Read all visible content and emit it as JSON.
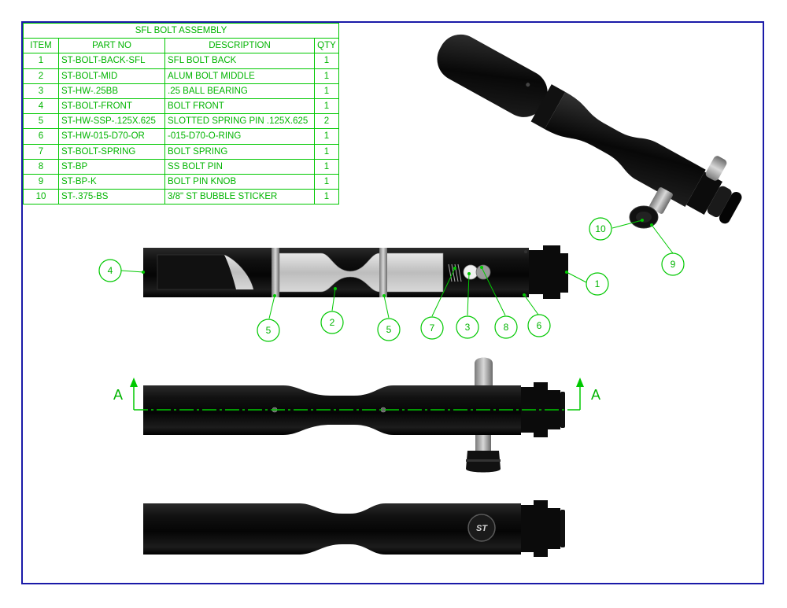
{
  "bom": {
    "title": "SFL BOLT ASSEMBLY",
    "headers": {
      "item": "ITEM",
      "part_no": "PART NO",
      "description": "DESCRIPTION",
      "qty": "QTY"
    },
    "rows": [
      {
        "item": "1",
        "part_no": "ST-BOLT-BACK-SFL",
        "description": "SFL BOLT BACK",
        "qty": "1"
      },
      {
        "item": "2",
        "part_no": "ST-BOLT-MID",
        "description": "ALUM BOLT MIDDLE",
        "qty": "1"
      },
      {
        "item": "3",
        "part_no": "ST-HW-.25BB",
        "description": ".25 BALL BEARING",
        "qty": "1"
      },
      {
        "item": "4",
        "part_no": "ST-BOLT-FRONT",
        "description": "BOLT FRONT",
        "qty": "1"
      },
      {
        "item": "5",
        "part_no": "ST-HW-SSP-.125X.625",
        "description": "SLOTTED SPRING PIN .125X.625",
        "qty": "2"
      },
      {
        "item": "6",
        "part_no": "ST-HW-015-D70-OR",
        "description": "-015-D70-O-RING",
        "qty": "1"
      },
      {
        "item": "7",
        "part_no": "ST-BOLT-SPRING",
        "description": "BOLT SPRING",
        "qty": "1"
      },
      {
        "item": "8",
        "part_no": "ST-BP",
        "description": "SS BOLT PIN",
        "qty": "1"
      },
      {
        "item": "9",
        "part_no": "ST-BP-K",
        "description": "BOLT PIN KNOB",
        "qty": "1"
      },
      {
        "item": "10",
        "part_no": "ST-.375-BS",
        "description": "3/8\" ST BUBBLE STICKER",
        "qty": "1"
      }
    ]
  },
  "callouts": {
    "c10": "10",
    "c9": "9",
    "c4": "4",
    "c1": "1",
    "c5a": "5",
    "c2": "2",
    "c5b": "5",
    "c7": "7",
    "c3": "3",
    "c8": "8",
    "c6": "6"
  },
  "section": {
    "left": "A",
    "right": "A"
  },
  "colors": {
    "annotation": "#00c800",
    "border": "#1a1aa8",
    "part_body": "#0a0a0a",
    "aluminum": "#cfcfcf"
  }
}
